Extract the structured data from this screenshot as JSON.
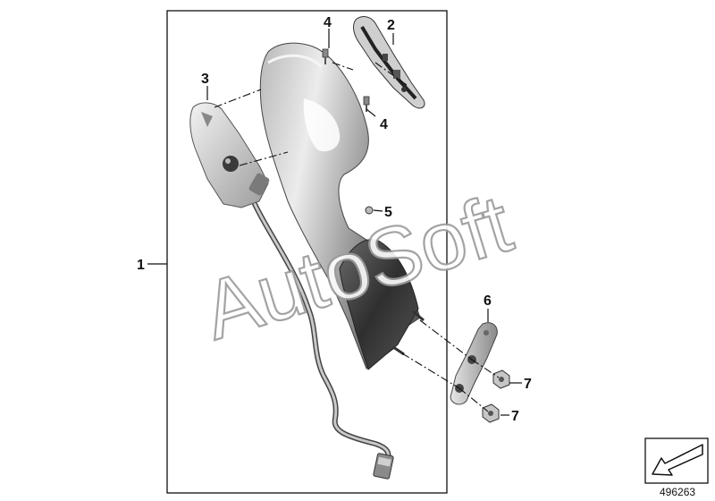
{
  "diagram": {
    "watermark": "AutoSoft",
    "catalog_number": "496263",
    "callouts": [
      {
        "id": "c1",
        "label": "1"
      },
      {
        "id": "c2",
        "label": "2"
      },
      {
        "id": "c3",
        "label": "3"
      },
      {
        "id": "c4a",
        "label": "4"
      },
      {
        "id": "c4b",
        "label": "4"
      },
      {
        "id": "c5",
        "label": "5"
      },
      {
        "id": "c6",
        "label": "6"
      },
      {
        "id": "c7a",
        "label": "7"
      },
      {
        "id": "c7b",
        "label": "7"
      }
    ],
    "colors": {
      "frame": "#111111",
      "housing_light": "#e4e4e4",
      "housing_dark": "#6c6c6c",
      "base_dark": "#3a3a3a",
      "watermark_outline": "#9a9a9a"
    },
    "icons": [
      "direction-arrow-icon"
    ]
  }
}
